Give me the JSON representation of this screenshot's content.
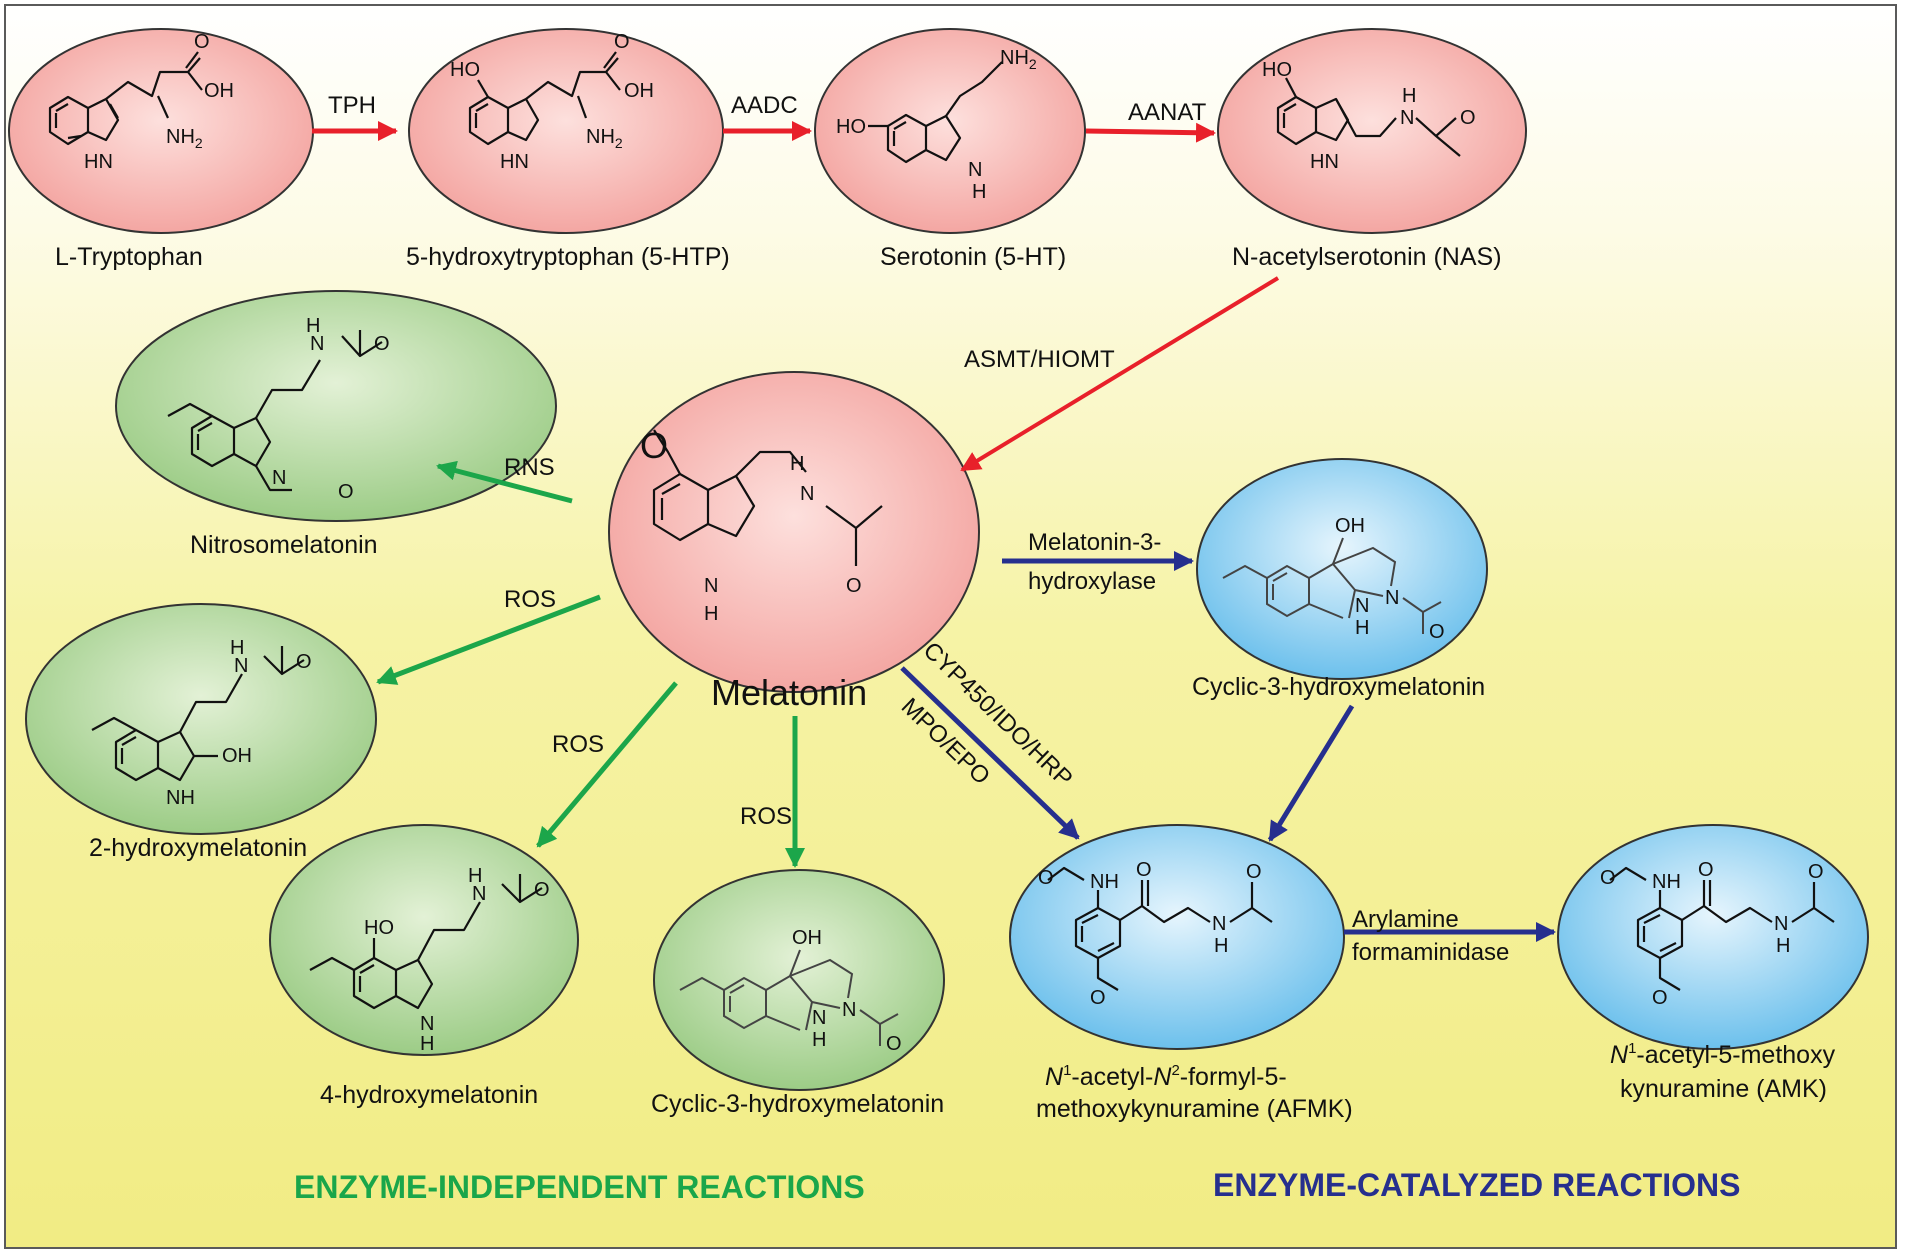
{
  "colors": {
    "pink": "#f4a9a6",
    "green": "#a9d494",
    "blue": "#7fc9ee",
    "red_arrow": "#e8202a",
    "green_arrow": "#1ca64a",
    "blue_arrow": "#262f8e",
    "green_heading": "#1aa64a",
    "blue_heading": "#262f8e"
  },
  "compounds": {
    "tryptophan": "L-Tryptophan",
    "htp": "5-hydroxytryptophan (5-HTP)",
    "serotonin": "Serotonin (5-HT)",
    "nas": "N-acetylserotonin (NAS)",
    "melatonin": "Melatonin",
    "nitroso": "Nitrosomelatonin",
    "two_hydroxy": "2-hydroxymelatonin",
    "four_hydroxy": "4-hydroxymelatonin",
    "cyclic_green": "Cyclic-3-hydroxymelatonin",
    "cyclic_blue": "Cyclic-3-hydroxymelatonin",
    "afmk_n1": "N",
    "afmk_sup1": "1",
    "afmk_mid": "-acetyl-",
    "afmk_n2": "N",
    "afmk_sup2": "2",
    "afmk_end": "-formyl-5-",
    "afmk_line2": "methoxykynuramine (AFMK)",
    "amk_n1": "N",
    "amk_sup1": "1",
    "amk_end": "-acetyl-5-methoxy",
    "amk_line2": "kynuramine (AMK)"
  },
  "enzymes": {
    "tph": "TPH",
    "aadc": "AADC",
    "aanat": "AANAT",
    "asmt": "ASMT/HIOMT",
    "rns": "RNS",
    "ros1": "ROS",
    "ros2": "ROS",
    "ros3": "ROS",
    "m3h_1": "Melatonin-3-",
    "m3h_2": "hydroxylase",
    "cyp": "CYP450/IDO/HRP",
    "mpo": "MPO/EPO",
    "aryl_1": "Arylamine",
    "aryl_2": "formaminidase"
  },
  "atoms": {
    "oh": "OH",
    "ho": "HO",
    "nh2": "NH",
    "sub2": "2",
    "hn": "HN",
    "h": "H",
    "n": "N",
    "o": "O",
    "nh": "NH"
  },
  "headings": {
    "independent": "ENZYME-INDEPENDENT REACTIONS",
    "catalyzed": "ENZYME-CATALYZED REACTIONS"
  }
}
